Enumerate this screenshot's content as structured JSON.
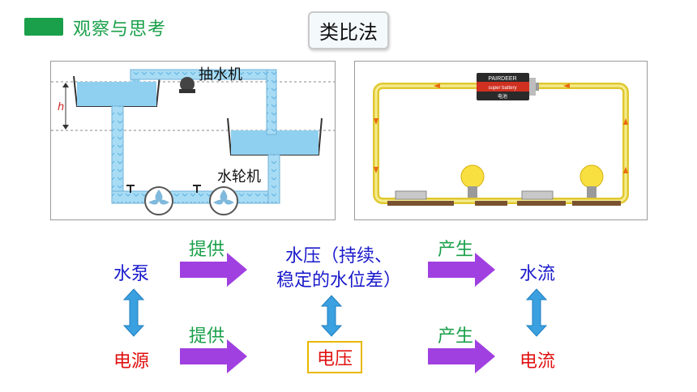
{
  "header": {
    "section_title": "观察与思考",
    "badge": "类比法"
  },
  "water_diagram": {
    "pump_label": "抽水机",
    "turbine_label": "水轮机",
    "height_label": "h"
  },
  "circuit_diagram": {
    "battery_brand": "PAIRDEER",
    "battery_sub": "super battery",
    "battery_cn": "电池"
  },
  "analogy": {
    "row1": {
      "left": "水泵",
      "arrow1": "提供",
      "middle_line1": "水压（持续、",
      "middle_line2": "稳定的水位差）",
      "arrow2": "产生",
      "right": "水流"
    },
    "row2": {
      "left": "电源",
      "arrow1": "提供",
      "middle": "电压",
      "arrow2": "产生",
      "right": "电流"
    }
  },
  "colors": {
    "accent_green": "#1aa04a",
    "text_blue": "#1a1acc",
    "text_red": "#e01010",
    "arrow_purple": "#a040e0",
    "arrow_blue": "#3aa0e0",
    "water": "#8fd0f0"
  }
}
